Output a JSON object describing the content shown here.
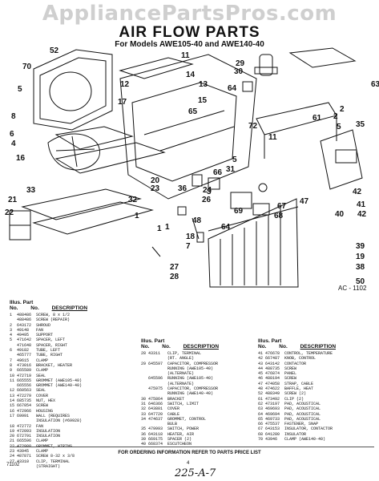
{
  "watermark": "AppliancePartsPros.com",
  "title": "AIR FLOW PARTS",
  "subtitle": "For Models AWE105-40 and AWE140-40",
  "diagram_ref": "AC - 1102",
  "callouts": [
    "52",
    "11",
    "5",
    "70",
    "14",
    "13",
    "17",
    "15",
    "12",
    "65",
    "6",
    "8",
    "16",
    "72",
    "4",
    "33",
    "21",
    "22",
    "23",
    "20",
    "32",
    "1",
    "27",
    "28",
    "36",
    "66",
    "69",
    "64",
    "47",
    "48",
    "18",
    "7",
    "68",
    "1",
    "3",
    "5",
    "42",
    "40",
    "42",
    "41",
    "67",
    "39",
    "19",
    "38",
    "50",
    "63",
    "29",
    "30",
    "64",
    "2",
    "61",
    "11",
    "31",
    "35",
    "2",
    "24",
    "5",
    "26",
    "1"
  ],
  "list_header": {
    "col1": "Illus.",
    "col2": "Part",
    "col3": "No.",
    "col4": "No.",
    "col5": "DESCRIPTION"
  },
  "parts_col1": [
    {
      "no": "1",
      "part": "488486",
      "desc": "SCREW, 8 x 1/2"
    },
    {
      "no": "",
      "part": "488486",
      "desc": "SCREW (REPAIR)"
    },
    {
      "no": "2",
      "part": "643172",
      "desc": "SHROUD"
    },
    {
      "no": "3",
      "part": "49148",
      "desc": "FAN"
    },
    {
      "no": "4",
      "part": "49495",
      "desc": "SUPPORT"
    },
    {
      "no": "5",
      "part": "471642",
      "desc": "SPACER, LEFT"
    },
    {
      "no": "",
      "part": "471648",
      "desc": "SPACER, RIGHT"
    },
    {
      "no": "6",
      "part": "49182",
      "desc": "TUBE, LEFT"
    },
    {
      "no": "",
      "part": "465777",
      "desc": "TUBE, RIGHT"
    },
    {
      "no": "7",
      "part": "49615",
      "desc": "CLAMP"
    },
    {
      "no": "8",
      "part": "473016",
      "desc": "BRACKET, HEATER"
    },
    {
      "no": "9",
      "part": "665589",
      "desc": "CLAMP"
    },
    {
      "no": "10",
      "part": "472719",
      "desc": "SEAL"
    },
    {
      "no": "11",
      "part": "665555",
      "desc": "GROMMET (AWE105-40)"
    },
    {
      "no": "",
      "part": "665556",
      "desc": "GROMMET (AWE140-40)"
    },
    {
      "no": "12",
      "part": "660563",
      "desc": "SEAL"
    },
    {
      "no": "13",
      "part": "472279",
      "desc": "COVER"
    },
    {
      "no": "14",
      "part": "685735",
      "desc": "NUT, HEX"
    },
    {
      "no": "15",
      "part": "667054",
      "desc": "SCREW"
    },
    {
      "no": "16",
      "part": "472966",
      "desc": "HOUSING"
    },
    {
      "no": "17",
      "part": "69991",
      "desc": "WALL (REQUIRES"
    },
    {
      "no": "",
      "part": "",
      "desc": "INSULATION (#69928)"
    },
    {
      "no": "18",
      "part": "472772",
      "desc": "FAN"
    },
    {
      "no": "19",
      "part": "472093",
      "desc": "INSULATION"
    },
    {
      "no": "20",
      "part": "672791",
      "desc": "INSULATION"
    },
    {
      "no": "21",
      "part": "665596",
      "desc": "CLAMP"
    },
    {
      "no": "22",
      "part": "472980",
      "desc": "GROMMET, WIRING"
    },
    {
      "no": "23",
      "part": "43945",
      "desc": "CLAMP"
    },
    {
      "no": "24",
      "part": "487871",
      "desc": "SCREW 8-32 x 3/8"
    },
    {
      "no": "27",
      "part": "43310",
      "desc": "CLIP, TERMINAL"
    },
    {
      "no": "",
      "part": "",
      "desc": "(STRAIGHT)"
    }
  ],
  "parts_col2": [
    {
      "no": "28",
      "part": "43311",
      "desc": "CLIP, TERMINAL"
    },
    {
      "no": "",
      "part": "",
      "desc": "(RT. ANGLE)"
    },
    {
      "no": "29",
      "part": "645597",
      "desc": "CAPACITOR, COMPRESSOR"
    },
    {
      "no": "",
      "part": "",
      "desc": "RUNNING (AWE105-40)"
    },
    {
      "no": "",
      "part": "",
      "desc": "(ALTERNATE)"
    },
    {
      "no": "",
      "part": "645596",
      "desc": "RUNNING (AWE105-40)"
    },
    {
      "no": "",
      "part": "",
      "desc": "(ALTERNATE)"
    },
    {
      "no": "",
      "part": "475975",
      "desc": "CAPACITOR, COMPRESSOR"
    },
    {
      "no": "",
      "part": "",
      "desc": "RUNNING (AWE140-40)"
    },
    {
      "no": "30",
      "part": "475864",
      "desc": "BRACKET"
    },
    {
      "no": "31",
      "part": "646366",
      "desc": "SWITCH, LIMIT"
    },
    {
      "no": "32",
      "part": "643801",
      "desc": "COVER"
    },
    {
      "no": "33",
      "part": "647720",
      "desc": "CABLE"
    },
    {
      "no": "34",
      "part": "474637",
      "desc": "GROMMET, CONTROL"
    },
    {
      "no": "",
      "part": "",
      "desc": "BULB"
    },
    {
      "no": "35",
      "part": "479993",
      "desc": "SWITCH, POWER"
    },
    {
      "no": "36",
      "part": "643118",
      "desc": "HEATER, AIR"
    },
    {
      "no": "39",
      "part": "669175",
      "desc": "SPACER (2)"
    },
    {
      "no": "40",
      "part": "668374",
      "desc": "ESCUTCHEON"
    }
  ],
  "parts_col3": [
    {
      "no": "41",
      "part": "476678",
      "desc": "CONTROL, TEMPERATURE"
    },
    {
      "no": "42",
      "part": "667487",
      "desc": "KNOB, CONTROL"
    },
    {
      "no": "43",
      "part": "643142",
      "desc": "CONTACTOR"
    },
    {
      "no": "44",
      "part": "488735",
      "desc": "SCREW"
    },
    {
      "no": "45",
      "part": "476874",
      "desc": "PANEL"
    },
    {
      "no": "46",
      "part": "488194",
      "desc": "SCREW"
    },
    {
      "no": "47",
      "part": "474058",
      "desc": "STRAP, CABLE"
    },
    {
      "no": "48",
      "part": "474622",
      "desc": "BAFFLE, HEAT"
    },
    {
      "no": "52",
      "part": "488349",
      "desc": "SCREW (2)"
    },
    {
      "no": "61",
      "part": "473492",
      "desc": "CLIP (2)"
    },
    {
      "no": "62",
      "part": "473197",
      "desc": "PAD, ACOUSTICAL"
    },
    {
      "no": "63",
      "part": "469693",
      "desc": "PAD, ACOUSTICAL"
    },
    {
      "no": "64",
      "part": "469694",
      "desc": "PAD, ACOUSTICAL"
    },
    {
      "no": "65",
      "part": "469733",
      "desc": "PAD, ACOUSTICAL"
    },
    {
      "no": "66",
      "part": "475537",
      "desc": "FASTENER, SNAP"
    },
    {
      "no": "67",
      "part": "643153",
      "desc": "INSULATOR, CONTACTOR"
    },
    {
      "no": "68",
      "part": "641280",
      "desc": "INSULATOR"
    },
    {
      "no": "70",
      "part": "43946",
      "desc": "CLAMP (AWE140-40)"
    }
  ],
  "footnote": "FOR ORDERING INFORMATION REFER TO PARTS PRICE LIST",
  "page_number": "4",
  "doc_id": "71102",
  "handwritten": "225-A-7"
}
